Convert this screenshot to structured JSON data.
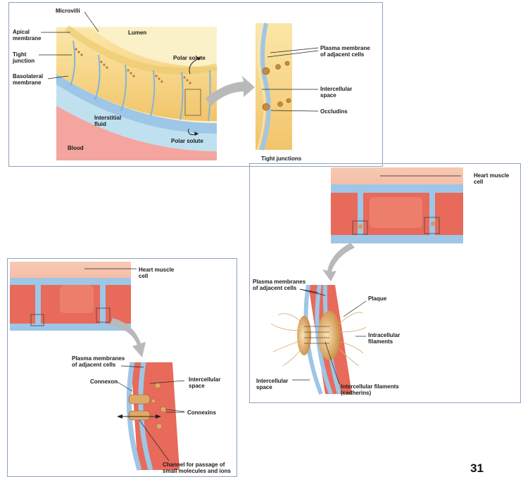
{
  "tight_junction_panel": {
    "labels": {
      "microvilli": "Microvilli",
      "apical_membrane": "Apical\nmembrane",
      "tight_junction": "Tight\njunction",
      "basolateral_membrane": "Basolateral\nmembrane",
      "lumen": "Lumen",
      "polar_solute_top": "Polar solute",
      "interstitial_fluid": "Interstitial\nfluid",
      "polar_solute_bottom": "Polar solute",
      "blood": "Blood",
      "plasma_membrane": "Plasma membrane\nof adjacent cells",
      "intercellular_space": "Intercellular\nspace",
      "occludins": "Occludins"
    },
    "caption": "Tight junctions"
  },
  "desmosome_panel": {
    "labels": {
      "heart_muscle_cell": "Heart muscle\ncell",
      "plasma_membranes": "Plasma membranes\nof adjacent cells",
      "plaque": "Plaque",
      "intracellular_filaments": "Intracellular\nfilaments",
      "intercellular_space": "Intercellular\nspace",
      "cadherins": "Intercellular filaments\n(cadherins)"
    }
  },
  "gap_junction_panel": {
    "labels": {
      "heart_muscle_cell": "Heart muscle\ncell",
      "plasma_membranes": "Plasma membranes\nof adjacent cells",
      "connexon": "Connexon",
      "intercellular_space": "Intercellular\nspace",
      "connexins": "Connexins",
      "channel": "Channel for passage of\nsmall molecules and ions"
    }
  },
  "page_number": "31",
  "colors": {
    "panel_border": "#8fa3c0",
    "cell_yellow": "#f6d88a",
    "muscle_red": "#e86a5a",
    "membrane_blue": "#9ec6e6",
    "arrow_gray": "#b9b9b9"
  }
}
